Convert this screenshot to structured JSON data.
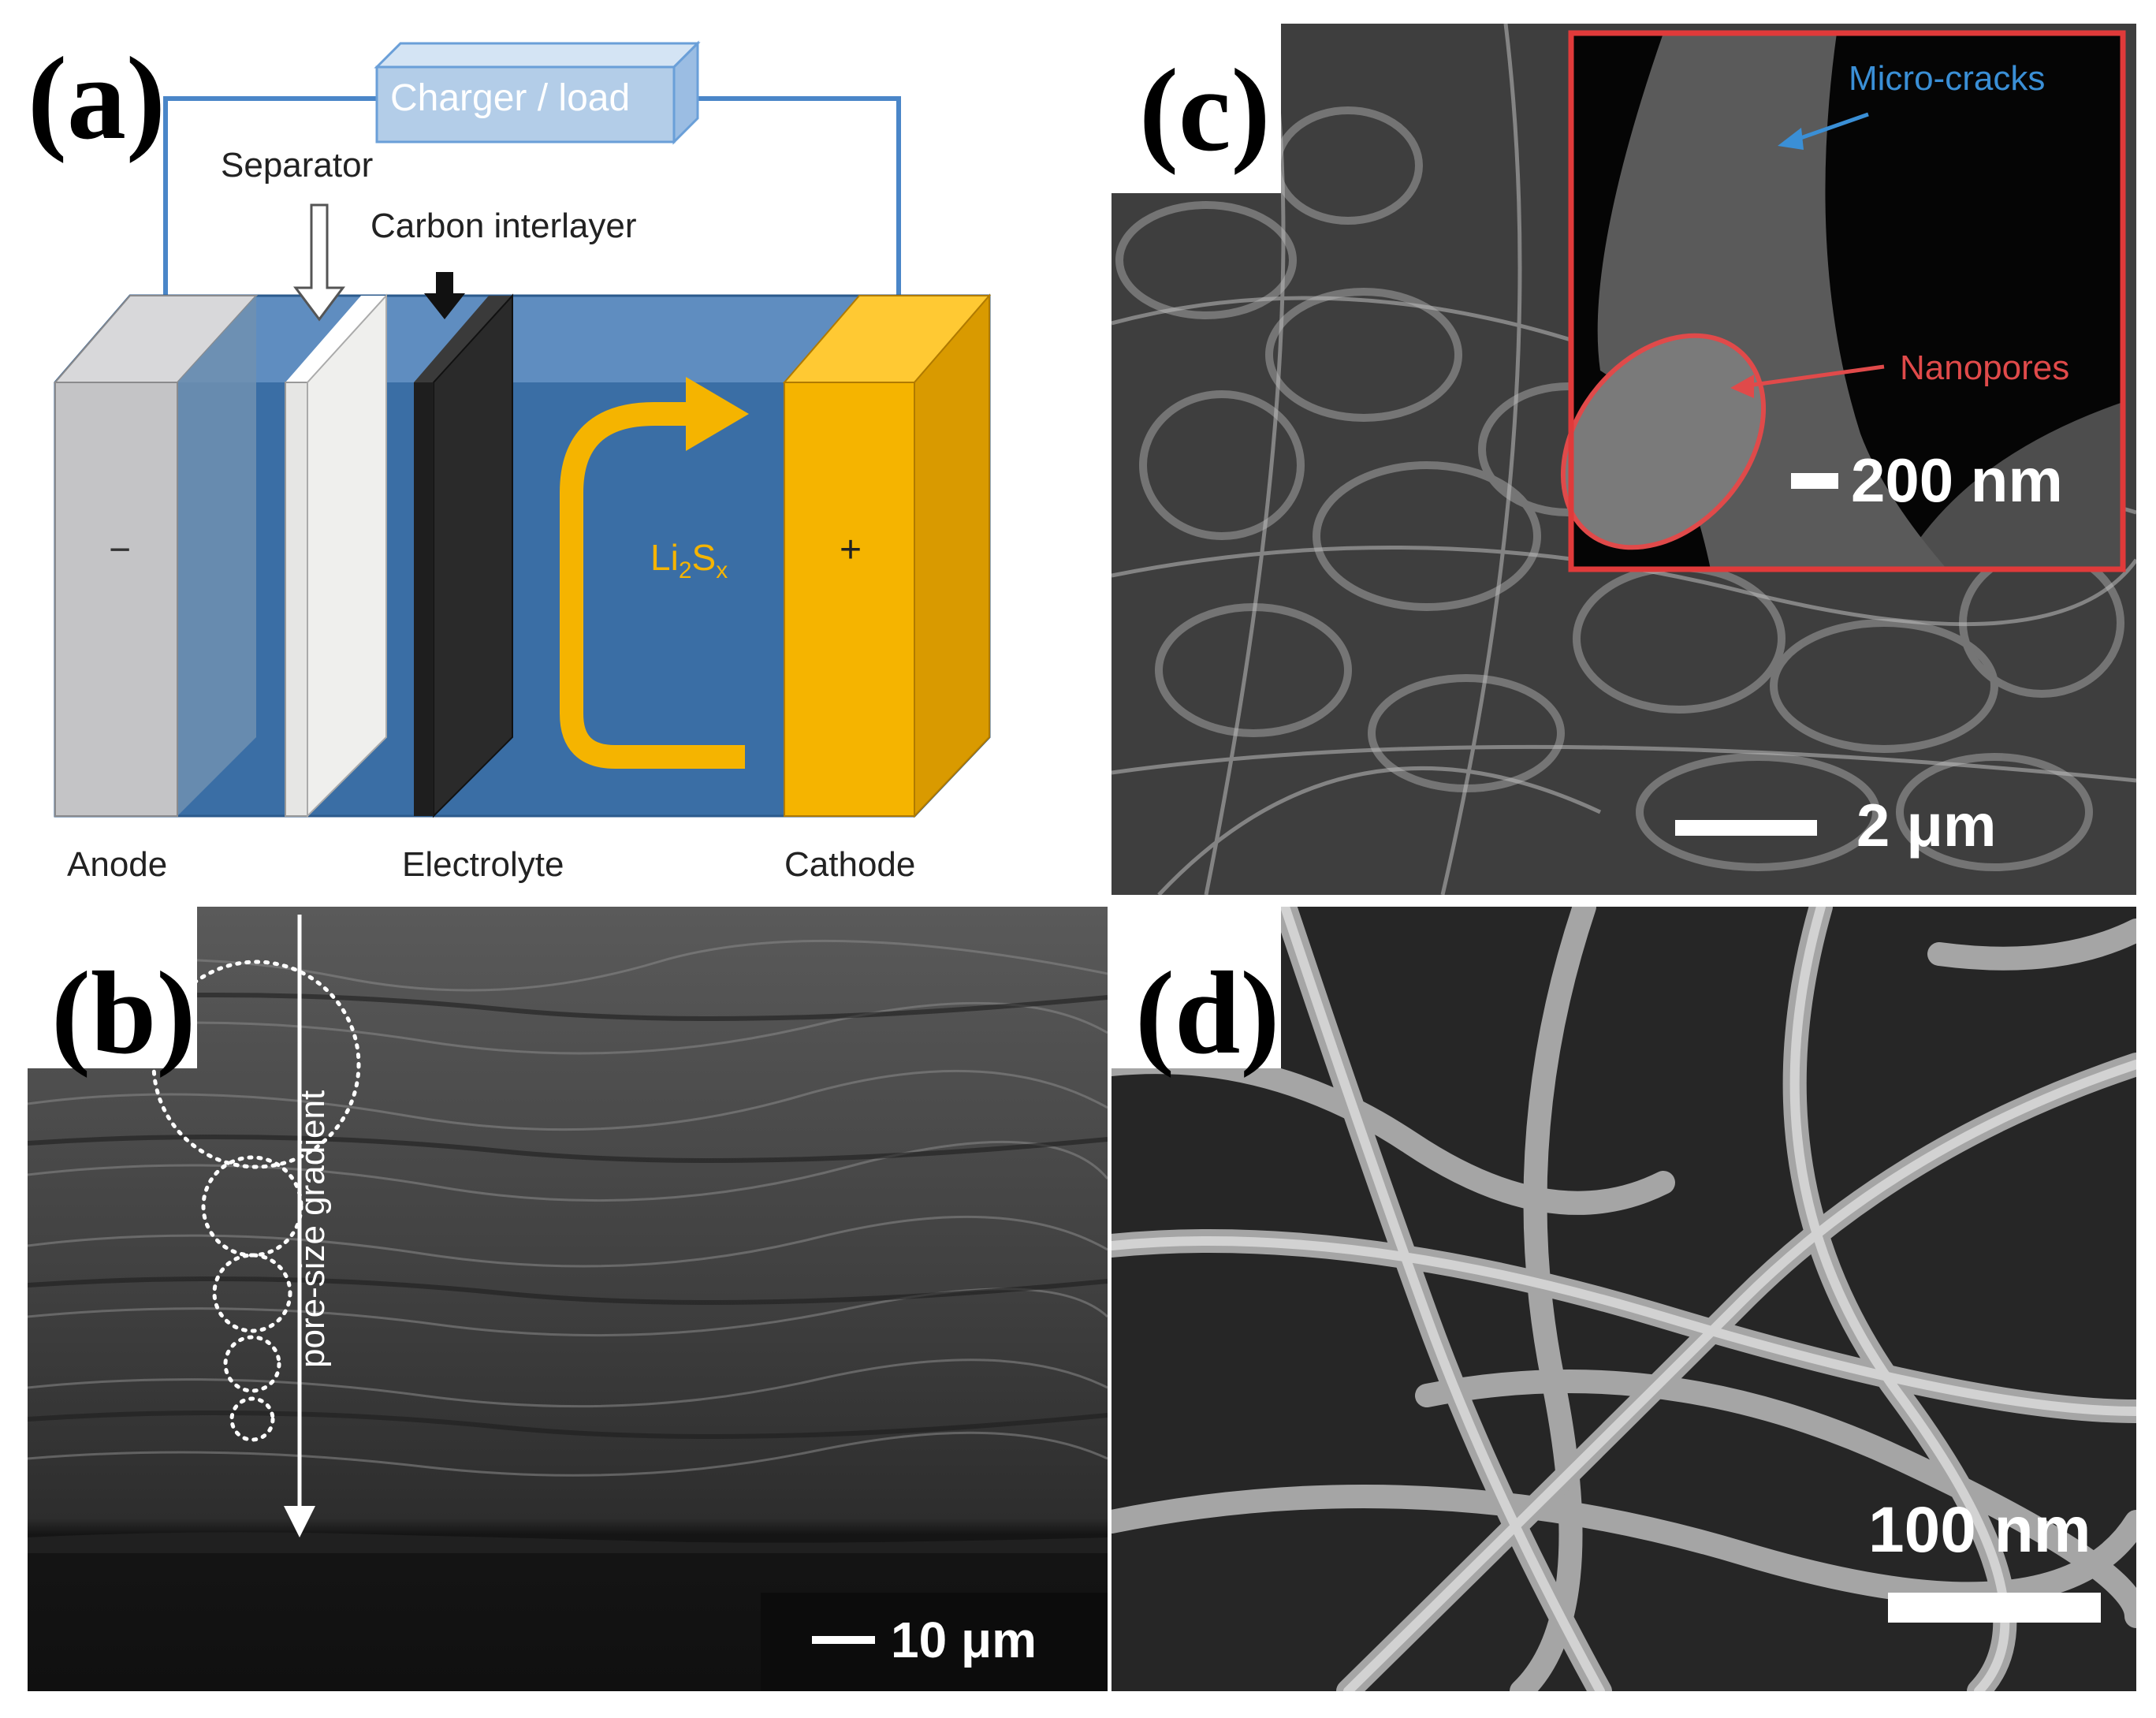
{
  "panels": {
    "a": {
      "letter": "(a)",
      "charger_label": "Charger / load",
      "separator_label": "Separator",
      "interlayer_label": "Carbon interlayer",
      "anode_label": "Anode",
      "electrolyte_label": "Electrolyte",
      "cathode_label": "Cathode",
      "minus_sign": "−",
      "plus_sign": "+",
      "species": {
        "base": "Li",
        "sub1": "2",
        "mid": "S",
        "sub2": "x"
      }
    },
    "b": {
      "letter": "(b)",
      "gradient_label": "pore-size gradient",
      "scale_label": "10 μm"
    },
    "c": {
      "letter": "(c)",
      "inset_crack_label": "Micro-cracks",
      "inset_pore_label": "Nanopores",
      "inset_scale_label": "200 nm",
      "scale_label": "2 μm"
    },
    "d": {
      "letter": "(d)",
      "scale_label": "100 nm"
    }
  },
  "colors": {
    "electrolyte": "#3a6ea5",
    "anode": "#c4c4c6",
    "separator": "#e6e6e4",
    "interlayer": "#2a2a2a",
    "cathode": "#f5b400",
    "wire": "#4a86c8",
    "charger": "#b3cde8",
    "inset_border": "#e03a3a",
    "crack_text": "#3a8fd6",
    "pore_text": "#e04a4a"
  }
}
